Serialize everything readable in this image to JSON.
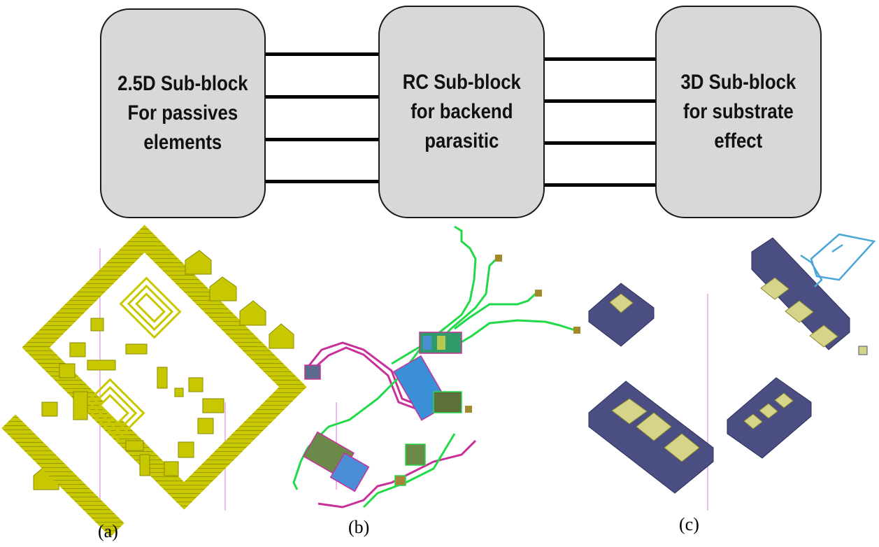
{
  "blocks": [
    {
      "id": "a",
      "label": "2.5D Sub-block\nFor passives\nelements"
    },
    {
      "id": "b",
      "label": "RC Sub-block\nfor backend\nparasitic"
    },
    {
      "id": "c",
      "label": "3D Sub-block\nfor substrate\neffect"
    }
  ],
  "captions": [
    "(a)",
    "(b)",
    "(c)"
  ],
  "colors": {
    "block_fill": "#d8d8d8",
    "passive_layout": "#c8c800",
    "trace_green": "#22d94a",
    "trace_magenta": "#c8309a",
    "substrate_blue": "#4a4e82",
    "pad_yellow": "#d6d48a",
    "outline_cyan": "#4aa6d6"
  }
}
